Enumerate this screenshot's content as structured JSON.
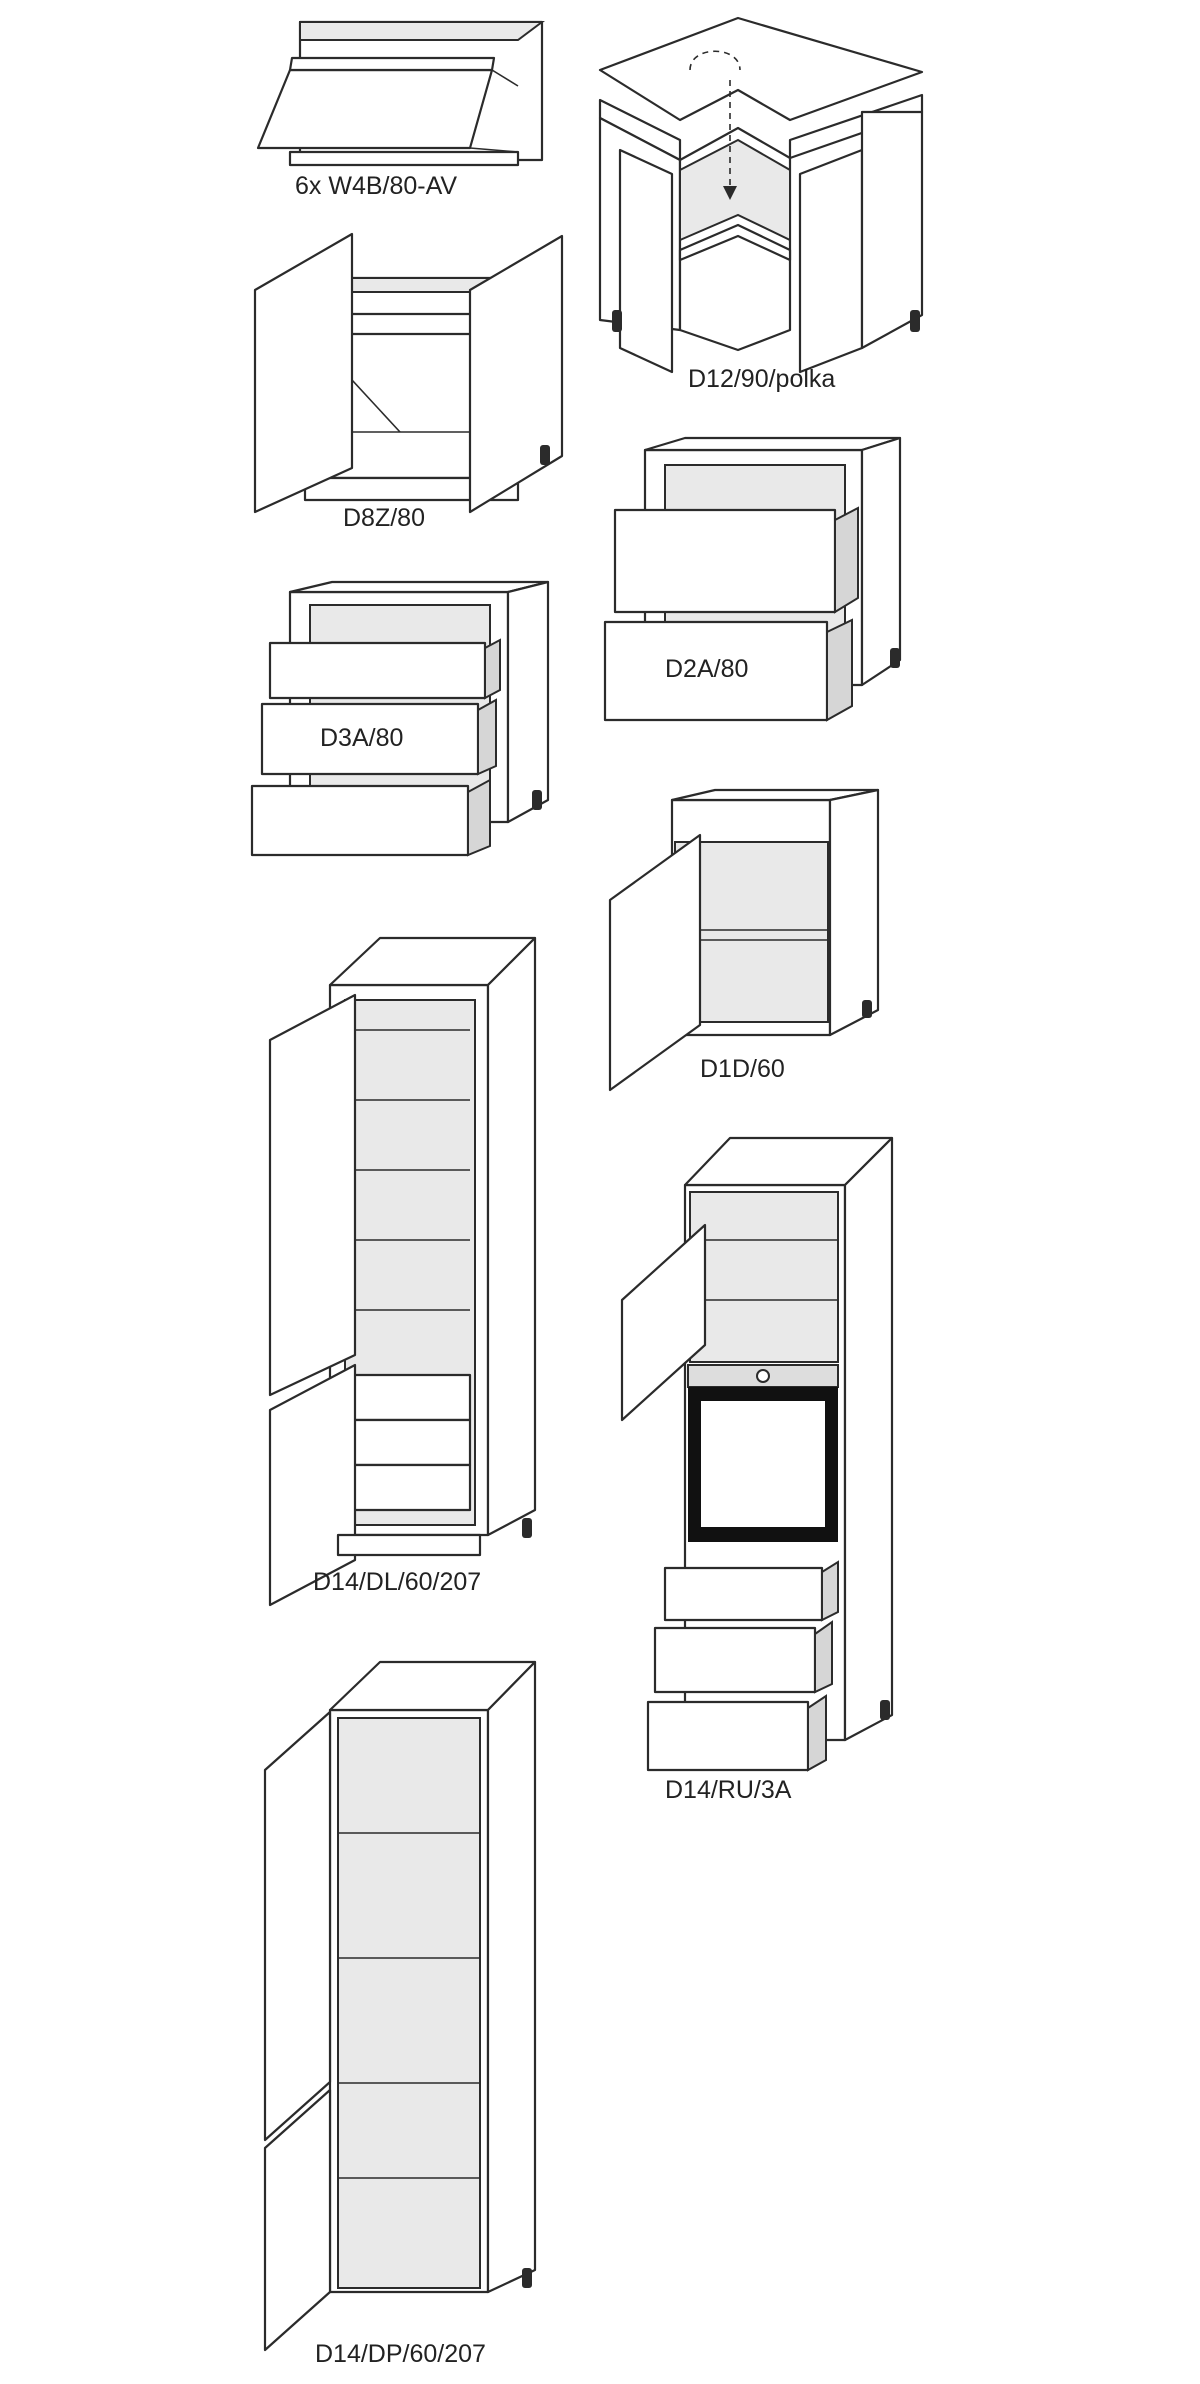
{
  "cabinets": [
    {
      "id": "w4b",
      "label": "6x W4B/80-AV"
    },
    {
      "id": "d12",
      "label": "D12/90/polka"
    },
    {
      "id": "d8z",
      "label": "D8Z/80"
    },
    {
      "id": "d2a",
      "label": "D2A/80"
    },
    {
      "id": "d3a",
      "label": "D3A/80"
    },
    {
      "id": "d1d",
      "label": "D1D/60"
    },
    {
      "id": "d14dl",
      "label": "D14/DL/60/207"
    },
    {
      "id": "d14ru",
      "label": "D14/RU/3A"
    },
    {
      "id": "d14dp",
      "label": "D14/DP/60/207"
    }
  ],
  "colors": {
    "line": "#2b2b2b",
    "panel": "#ffffff",
    "shade": "#e9e9e9",
    "oven": "#111111"
  }
}
